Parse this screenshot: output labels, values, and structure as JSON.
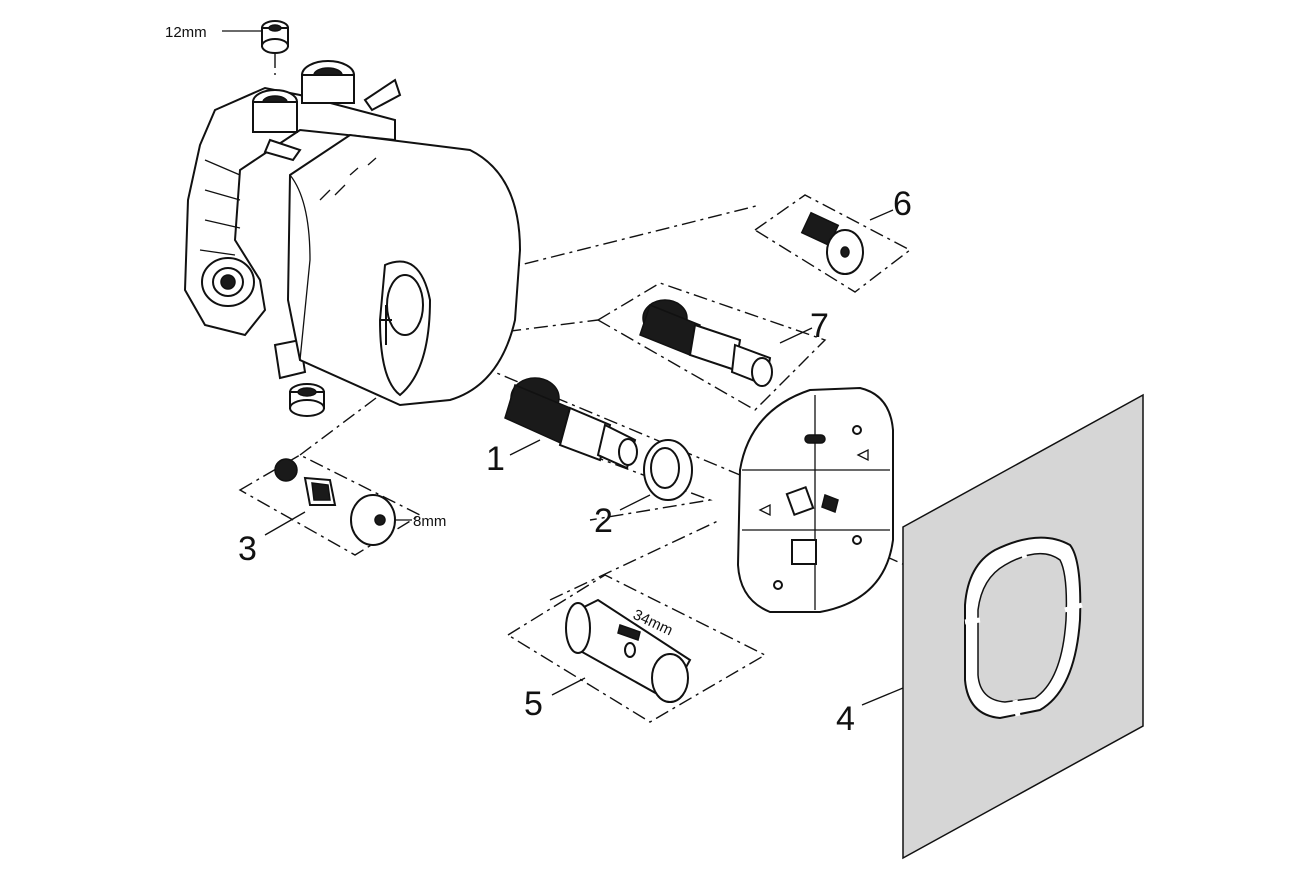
{
  "labels": {
    "part_1": "1",
    "part_2": "2",
    "part_3": "3",
    "part_4": "4",
    "part_5": "5",
    "part_6": "6",
    "part_7": "7"
  },
  "dimensions": {
    "top_plug": "12mm",
    "stem_nut": "8mm",
    "wrench": "34mm"
  },
  "colors": {
    "line": "#111111",
    "panel_fill": "#d6d6d6",
    "background": "#ffffff"
  }
}
